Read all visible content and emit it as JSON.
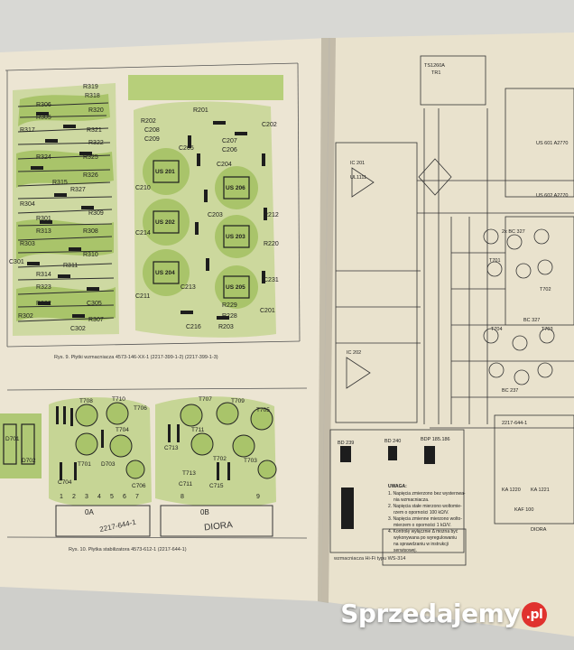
{
  "left_page": {
    "fig9_caption": "Rys. 9. Płytki wzmacniacza 4573-146-XX-1   (2217-399-1-2)   (2217-399-1-3)",
    "fig10_caption": "Rys. 10. Płytka stabilizatora 4573-612-1 (2217-644-1)",
    "board_label_1": "2217-644-1",
    "board_label_diora": "DIORA",
    "section_labels": [
      "0A",
      "0B"
    ],
    "component_labels": [
      "R319",
      "R318",
      "R306",
      "R320",
      "R305",
      "R317",
      "R321",
      "R322",
      "R324",
      "R315",
      "R327",
      "R325",
      "R304",
      "R326",
      "R301",
      "R309",
      "R313",
      "R308",
      "R303",
      "R310",
      "R311",
      "R314",
      "R323",
      "C301",
      "R332",
      "R302",
      "C305",
      "R307",
      "C302",
      "R201",
      "R202",
      "C208",
      "C209",
      "C207",
      "C206",
      "C204",
      "C205",
      "C214",
      "C210",
      "C211",
      "C213",
      "C203",
      "C216",
      "C202",
      "C231",
      "C201",
      "R212",
      "R220",
      "R229",
      "R228",
      "R203",
      "US 201",
      "US 202",
      "US 203",
      "US 204",
      "US 205",
      "US 206",
      "T708",
      "T710",
      "T706",
      "T707",
      "T709",
      "T705",
      "T704",
      "T711",
      "T713",
      "T701",
      "T702",
      "T703",
      "C704",
      "C706",
      "C713",
      "C711",
      "C715",
      "D701",
      "D702",
      "D703"
    ],
    "pin_numbers": [
      "1",
      "2",
      "3",
      "4",
      "5",
      "6",
      "7",
      "8",
      "9"
    ]
  },
  "right_page": {
    "parts": [
      "TS1260A",
      "TR1",
      "IC 201",
      "IC 202",
      "UL1111",
      "US 601 A2770",
      "US 602 A2770",
      "BC 327",
      "BC 237",
      "T704",
      "T701",
      "T702",
      "T703",
      "2x BC 327",
      "BD 239",
      "BD 240",
      "BDP 185.186",
      "KA 1220",
      "KA 1221",
      "KAF 100",
      "DIORA",
      "2217-644-1"
    ],
    "uwaga_title": "UWAGA:",
    "uwaga_lines": [
      "1. Napięcia zmierzono bez wysterowa-",
      "nia wzmacniacza.",
      "2. Napięcia stałe mierzono woltomie-",
      "rzem o oporności 100 kΩ/V.",
      "3. Napięcia zmienne mierzono wolto-",
      "mierzem o oporności 1 kΩ/V.",
      "4. Kontrolę wyłącznie Δ można być",
      "wykonywana po wyregulowaniu",
      "na sprawdzaniu w instrukcji",
      "serwisowej."
    ],
    "bottom_caption": "wzmacniacza Hi-Fi typu WS-314"
  },
  "watermark": {
    "text": "Sprzedajemy",
    "suffix": ".pl"
  },
  "colors": {
    "pcb_green": "#b7cf7a",
    "paper_left": "#ece5d3",
    "paper_right": "#e9e2cd",
    "ink": "#2a2a2a"
  }
}
